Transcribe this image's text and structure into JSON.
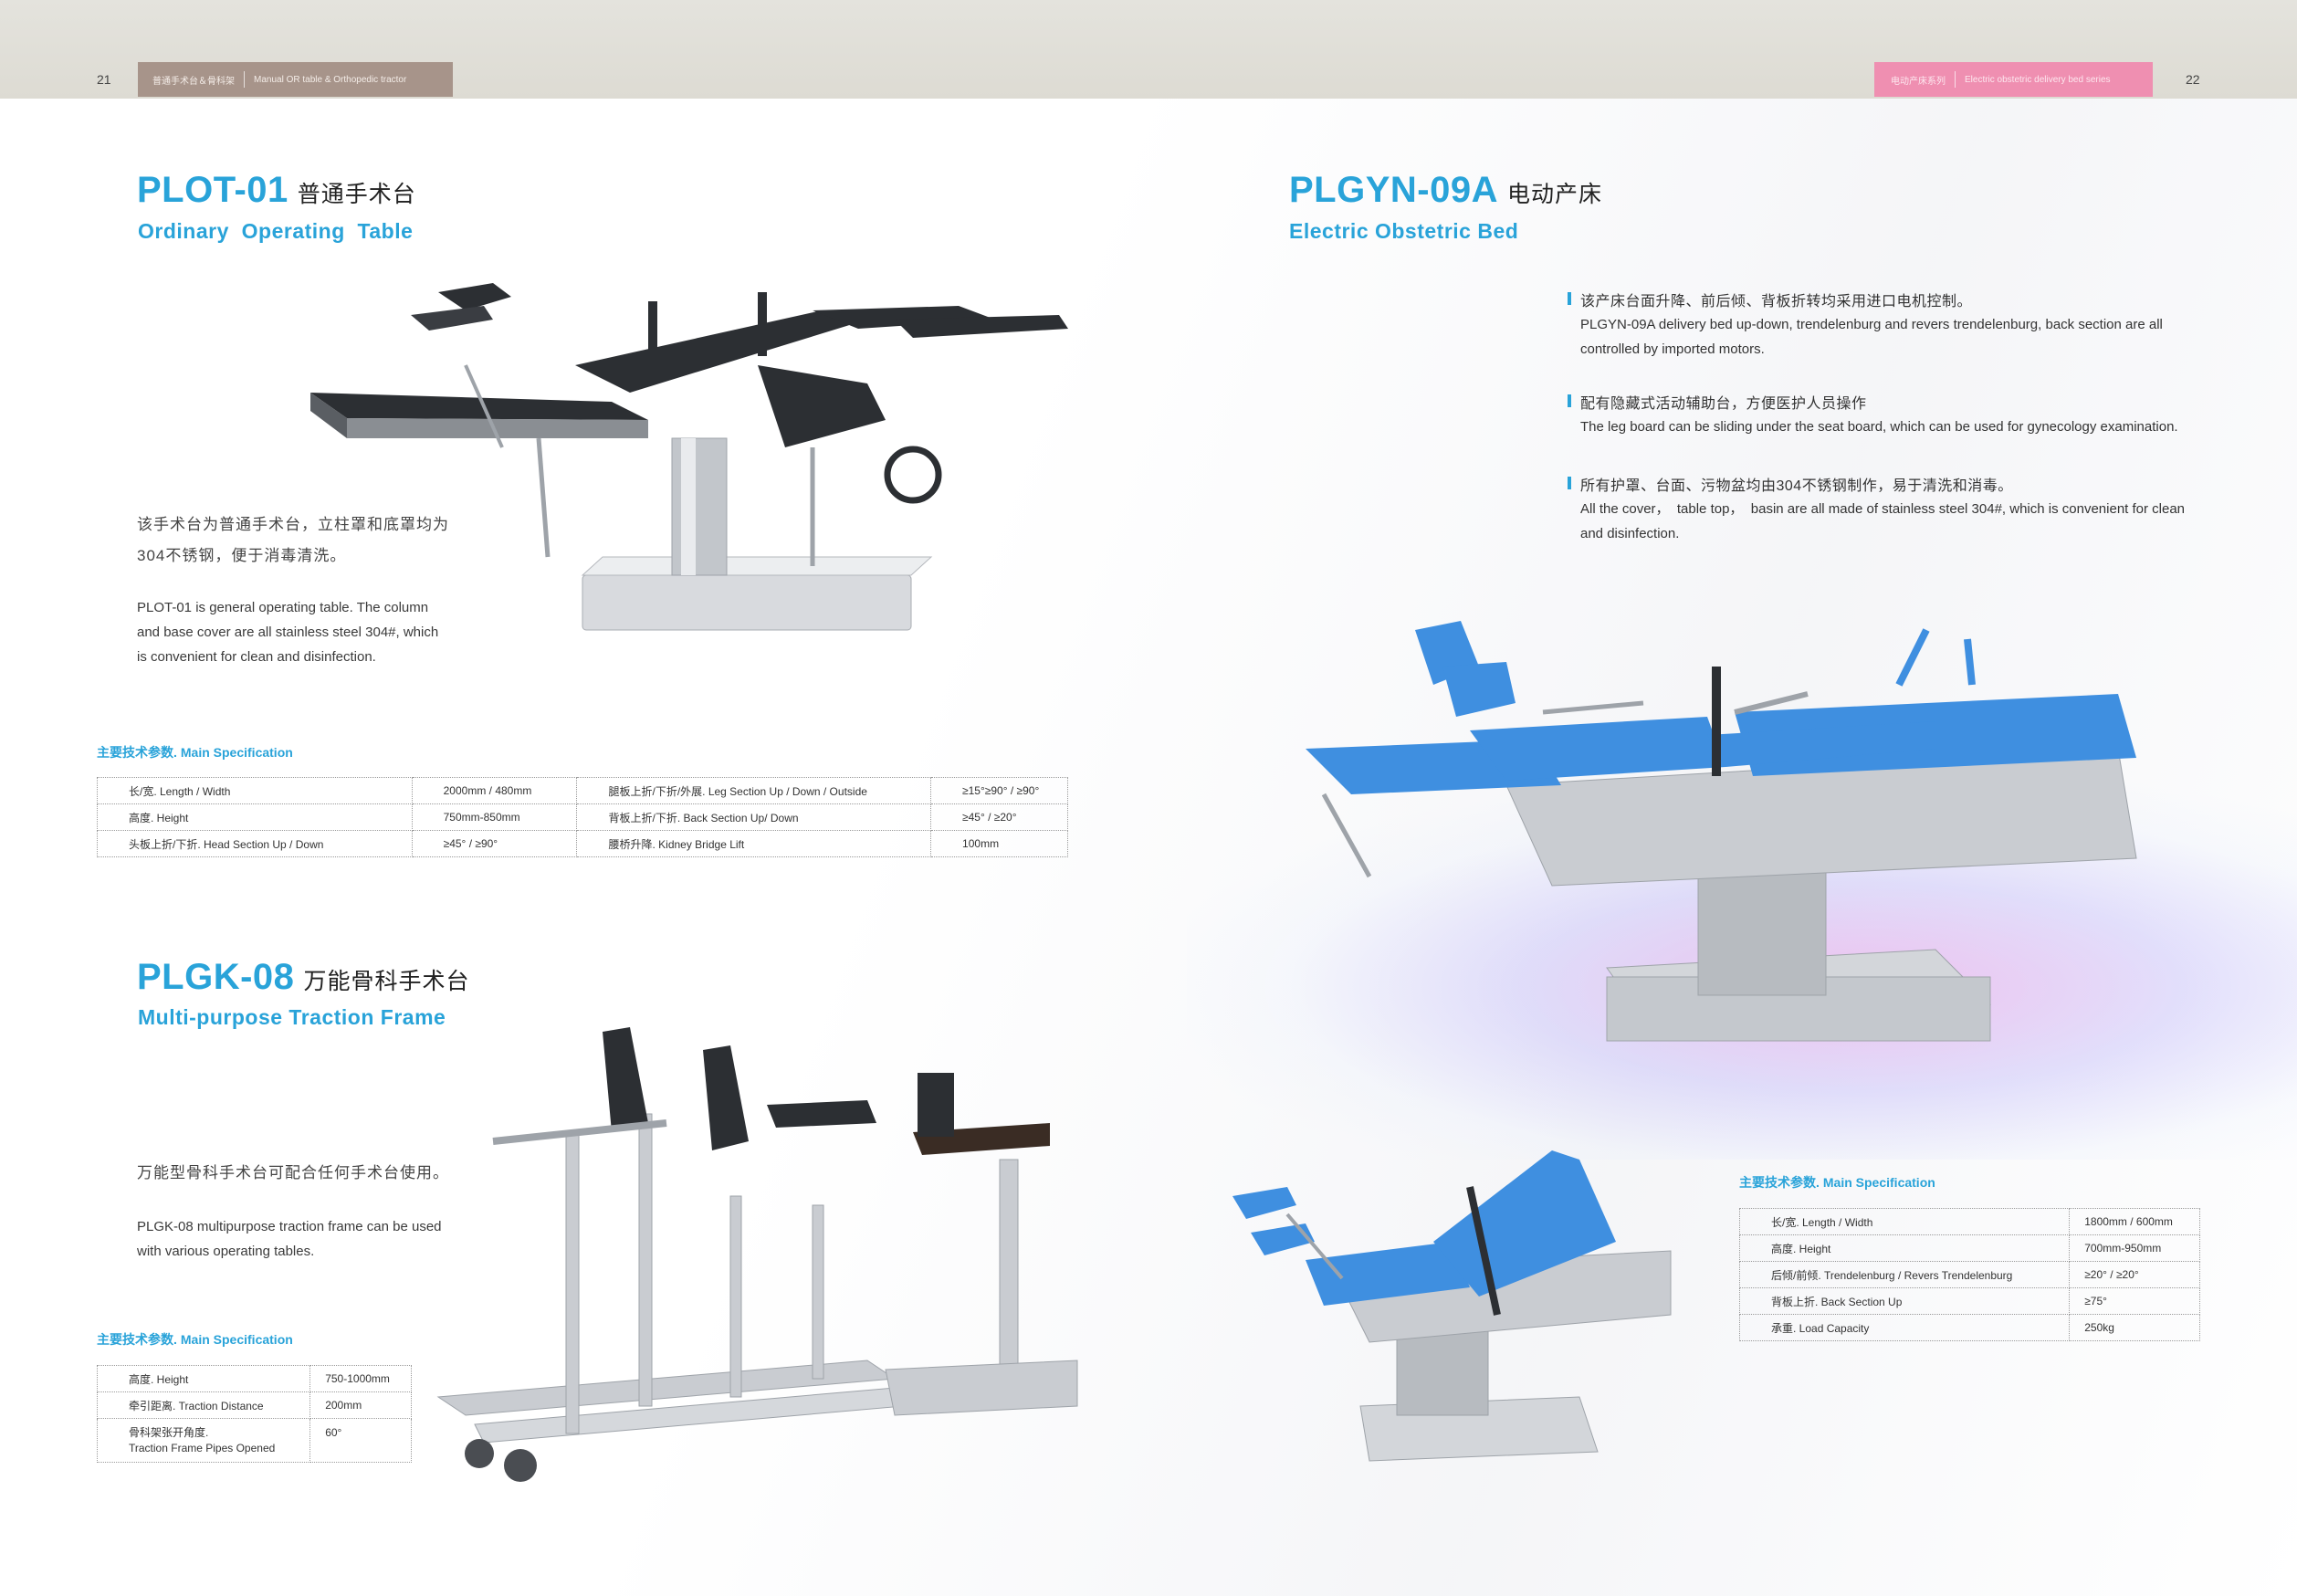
{
  "header": {
    "page_left": "21",
    "page_right": "22",
    "tab_left_cn": "普通手术台＆骨科架",
    "tab_left_en": "Manual OR table & Orthopedic tractor",
    "tab_right_cn": "电动产床系列",
    "tab_right_en": "Electric obstetric delivery bed series"
  },
  "plot01": {
    "model": "PLOT-01",
    "name_cn": "普通手术台",
    "name_en": "Ordinary  Operating  Table",
    "desc_cn_1": "该手术台为普通手术台，立柱罩和底罩均为",
    "desc_cn_2": "304不锈钢，便于消毒清洗。",
    "desc_en_1": "PLOT-01 is general operating table. The column",
    "desc_en_2": "and base cover are all stainless steel 304#, which",
    "desc_en_3": "is convenient for clean and disinfection.",
    "spec_cn": "主要技术参数.",
    "spec_en": "Main Specification",
    "rows": [
      [
        "长/宽. Length / Width",
        "2000mm / 480mm",
        "腿板上折/下折/外展. Leg Section Up / Down / Outside",
        "≥15°≥90° / ≥90°"
      ],
      [
        "高度. Height",
        "750mm-850mm",
        "背板上折/下折. Back Section Up/ Down",
        "≥45° / ≥20°"
      ],
      [
        "头板上折/下折. Head Section Up / Down",
        "≥45° / ≥90°",
        "腰桥升降. Kidney Bridge Lift",
        "100mm"
      ]
    ]
  },
  "plgk08": {
    "model": "PLGK-08",
    "name_cn": "万能骨科手术台",
    "name_en": "Multi-purpose Traction Frame",
    "desc_cn": "万能型骨科手术台可配合任何手术台使用。",
    "desc_en_1": "PLGK-08 multipurpose traction frame can be used",
    "desc_en_2": "with various operating tables.",
    "spec_cn": "主要技术参数.",
    "spec_en": "Main Specification",
    "rows": [
      [
        "高度. Height",
        "750-1000mm"
      ],
      [
        "牵引距离. Traction Distance",
        "200mm"
      ],
      [
        "骨科架张开角度.",
        "60°"
      ]
    ],
    "row3_sub": "Traction Frame Pipes Opened"
  },
  "plgyn": {
    "model": "PLGYN-09A",
    "name_cn": "电动产床",
    "name_en": "Electric Obstetric Bed",
    "b1_cn": "该产床台面升降、前后倾、背板折转均采用进口电机控制。",
    "b1_en_1": "PLGYN-09A delivery bed up-down, trendelenburg and revers trendelenburg, back section are all",
    "b1_en_2": "controlled by imported motors.",
    "b2_cn": "配有隐藏式活动辅助台，方便医护人员操作",
    "b2_en": "The leg board can be sliding under the seat board, which can be used for gynecology examination.",
    "b3_cn": "所有护罩、台面、污物盆均由304不锈钢制作，易于清洗和消毒。",
    "b3_en_1": "All the cover，  table top，  basin are all made of stainless steel 304#, which is convenient for clean",
    "b3_en_2": "and disinfection.",
    "spec_cn": "主要技术参数.",
    "spec_en": "Main Specification",
    "rows": [
      [
        "长/宽. Length / Width",
        "1800mm / 600mm"
      ],
      [
        "高度. Height",
        "700mm-950mm"
      ],
      [
        "后倾/前倾. Trendelenburg / Revers Trendelenburg",
        "≥20° / ≥20°"
      ],
      [
        "背板上折. Back Section Up",
        "≥75°"
      ],
      [
        "承重. Load Capacity",
        "250kg"
      ]
    ]
  },
  "colors": {
    "accent": "#29a3d9",
    "tab_left": "#a7948a",
    "tab_right": "#ef8fb1",
    "bed_blue": "#3f8fe0",
    "steel": "#c9ccd1",
    "pad_black": "#2c2f33"
  }
}
